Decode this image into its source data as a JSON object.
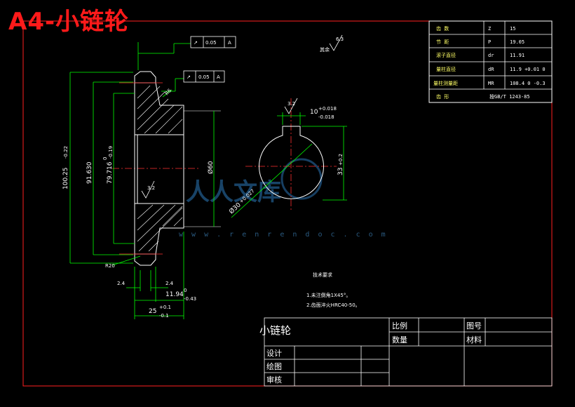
{
  "banner": {
    "title": "A4-小链轮"
  },
  "param_table": {
    "rows": [
      {
        "label": "齿 数",
        "symbol": "Z",
        "value": "15"
      },
      {
        "label": "节 距",
        "symbol": "P",
        "value": "19.05"
      },
      {
        "label": "滚子直径",
        "symbol": "dr",
        "value": "11.91"
      },
      {
        "label": "量柱直径",
        "symbol": "dR",
        "value": "11.9 +0.01 0"
      },
      {
        "label": "量柱测量距",
        "symbol": "MR",
        "value": "108.4 0 -0.3"
      },
      {
        "label": "齿 形",
        "symbol": "",
        "value": "按GB/T 1243-85"
      }
    ]
  },
  "tolerance_frames": [
    {
      "symbol": "↗",
      "value": "0.05",
      "datum": "A"
    },
    {
      "symbol": "↗",
      "value": "0.05",
      "datum": "A"
    }
  ],
  "surface_marks": {
    "other": "6.3",
    "other_label": "其余",
    "hub": "3.2",
    "keyway": "3.2"
  },
  "dimensions": {
    "outer_dia": "100.25",
    "outer_dia_tol": "-0.22",
    "pitch_dia": "91.630",
    "root_dia": "79.716",
    "root_dia_tol_up": "0",
    "root_dia_tol_dn": "-0.19",
    "hub_dia": "Ø60",
    "chamfer_angle": "R20",
    "chamfer_side": "R6",
    "width_1": "2.4",
    "width_2": "2.4",
    "tooth_width": "11.94",
    "tooth_width_tol_up": "0",
    "tooth_width_tol_dn": "-0.43",
    "hub_width": "25",
    "hub_width_tol_up": "+0.1",
    "hub_width_tol_dn": "-0.1",
    "keyway_width": "10",
    "keyway_tol_up": "+0.018",
    "keyway_tol_dn": "-0.018",
    "keyway_depth": "33",
    "keyway_depth_tol": "+0.2",
    "bore_dia": "Ø30",
    "bore_tol": "+0.027"
  },
  "tech_notes": {
    "title": "技术要求",
    "items": [
      "1.未注倒角1X45°。",
      "2.齿面淬火HRC40-50。"
    ]
  },
  "title_block": {
    "part_name": "小链轮",
    "scale_label": "比例",
    "qty_label": "数量",
    "drawing_no_label": "图号",
    "material_label": "材料",
    "design_label": "设计",
    "drawn_label": "绘图",
    "check_label": "审核"
  },
  "watermark": {
    "text": "人人文库",
    "url": "w w w . r e n r e n d o c . c o m"
  },
  "colors": {
    "border": "#ff2020",
    "outline": "#ffffff",
    "dimension": "#00ff00",
    "centerline": "#ff3030",
    "title_banner": "#ff1a1a",
    "table_yellow": "#ffff66",
    "watermark": "#1d4f7a"
  }
}
